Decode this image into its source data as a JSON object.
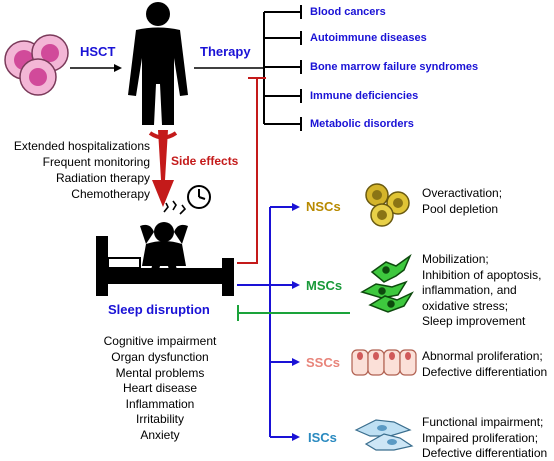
{
  "source": {
    "hsct_label": "HSCT"
  },
  "therapy": {
    "label": "Therapy",
    "indications": [
      "Blood cancers",
      "Autoimmune diseases",
      "Bone marrow failure syndromes",
      "Immune deficiencies",
      "Metabolic disorders"
    ]
  },
  "side_effects": {
    "label": "Side effects",
    "causes": [
      "Extended hospitalizations",
      "Frequent monitoring",
      "Radiation therapy",
      "Chemotherapy"
    ]
  },
  "sleep": {
    "label": "Sleep disruption",
    "consequences": [
      "Cognitive impairment",
      "Organ dysfunction",
      "Mental problems",
      "Heart disease",
      "Inflammation",
      "Irritability",
      "Anxiety"
    ]
  },
  "stem_cells": [
    {
      "name": "NSCs",
      "color": "#b88a00",
      "effects": [
        "Overactivation;",
        "Pool depletion"
      ]
    },
    {
      "name": "MSCs",
      "color": "#1a9a3a",
      "effects": [
        "Mobilization;",
        "Inhibition of apoptosis,",
        "inflammation, and",
        "oxidative stress;",
        "Sleep improvement"
      ]
    },
    {
      "name": "SSCs",
      "color": "#e8847a",
      "effects": [
        "Abnormal proliferation;",
        "Defective differentiation"
      ]
    },
    {
      "name": "ISCs",
      "color": "#2a8ac0",
      "effects": [
        "Functional impairment;",
        "Impaired proliferation;",
        "Defective differentiation"
      ]
    }
  ],
  "colors": {
    "blue": "#1a12d6",
    "red": "#c41a1a",
    "green": "#1aa33a"
  }
}
